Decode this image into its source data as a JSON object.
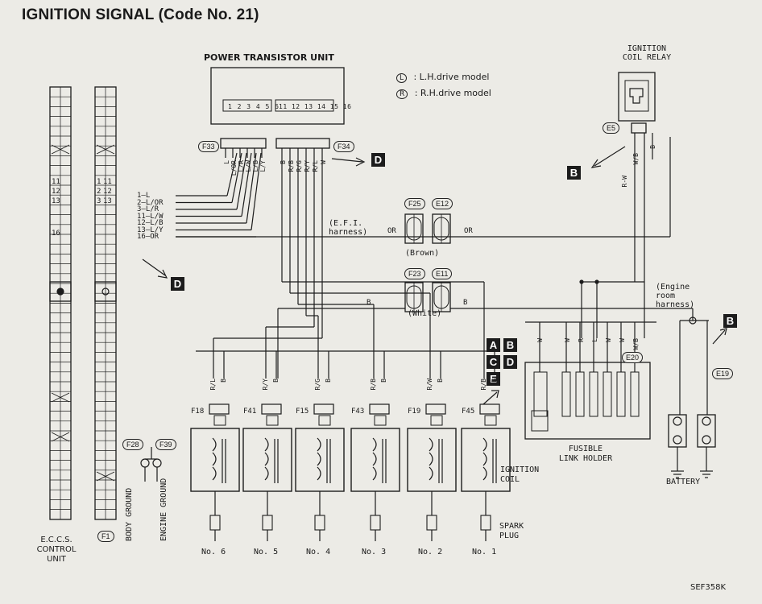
{
  "title": "IGNITION SIGNAL (Code No. 21)",
  "code": "SEF358K",
  "legend": {
    "lh": {
      "symbol": "L",
      "text": ": L.H.drive model"
    },
    "rh": {
      "symbol": "R",
      "text": ": R.H.drive model"
    }
  },
  "components": {
    "power_transistor": "POWER TRANSISTOR UNIT",
    "pt_pins_left": "1 2 3 4 5 6",
    "pt_pins_right": "11 12 13 14 15 16",
    "relay_title": "IGNITION COIL RELAY",
    "efi_harness": "(E.F.I. harness)",
    "brown": "(Brown)",
    "white": "(White)",
    "engine_room": "(Engine room harness)",
    "ecu": "E.C.C.S. CONTROL UNIT",
    "f1": "F1",
    "body_ground": "BODY GROUND",
    "engine_ground": "ENGINE GROUND",
    "ignition_coil": "IGNITION COIL",
    "spark_plug": "SPARK PLUG",
    "fusible": "FUSIBLE LINK HOLDER",
    "battery": "BATTERY"
  },
  "connectors": {
    "f33": "F33",
    "f34": "F34",
    "e5": "E5",
    "f25": "F25",
    "e12": "E12",
    "f23": "F23",
    "e11": "E11",
    "e20": "E20",
    "e19": "E19",
    "f28": "F28",
    "f39": "F39",
    "f18": "F18",
    "f41": "F41",
    "f15": "F15",
    "f43": "F43",
    "f19": "F19",
    "f45": "F45"
  },
  "tags": {
    "a": "A",
    "b": "B",
    "c": "C",
    "d": "D",
    "e": "E"
  },
  "ecu_pins": [
    "1",
    "2",
    "3",
    "11",
    "12",
    "13",
    "16"
  ],
  "ecu_pin_wires": [
    {
      "pin": "1",
      "color": "L"
    },
    {
      "pin": "2",
      "color": "L/OR"
    },
    {
      "pin": "3",
      "color": "L/R"
    },
    {
      "pin": "11",
      "color": "L/W"
    },
    {
      "pin": "12",
      "color": "L/B"
    },
    {
      "pin": "13",
      "color": "L/Y"
    },
    {
      "pin": "16",
      "color": "OR"
    }
  ],
  "wires": {
    "or": "OR",
    "b": "B",
    "w": "W",
    "wb": "W/B",
    "r": "R",
    "l": "L",
    "rl": "R/L",
    "ry": "R/Y",
    "rg": "R/G",
    "rb": "R/B",
    "rw": "R/W",
    "wl": "W/L"
  },
  "cylinders": [
    "No. 6",
    "No. 5",
    "No. 4",
    "No. 3",
    "No. 2",
    "No. 1"
  ],
  "coil_connectors": [
    "F18",
    "F41",
    "F15",
    "F43",
    "F19",
    "F45"
  ],
  "coil_wire_colors": [
    "R/L",
    "R/Y",
    "R/G",
    "R/B",
    "R/W",
    "R/B"
  ],
  "colors": {
    "ink": "#1c1c1c",
    "paper": "#ecebe6",
    "ghost": "#8c8b86"
  }
}
